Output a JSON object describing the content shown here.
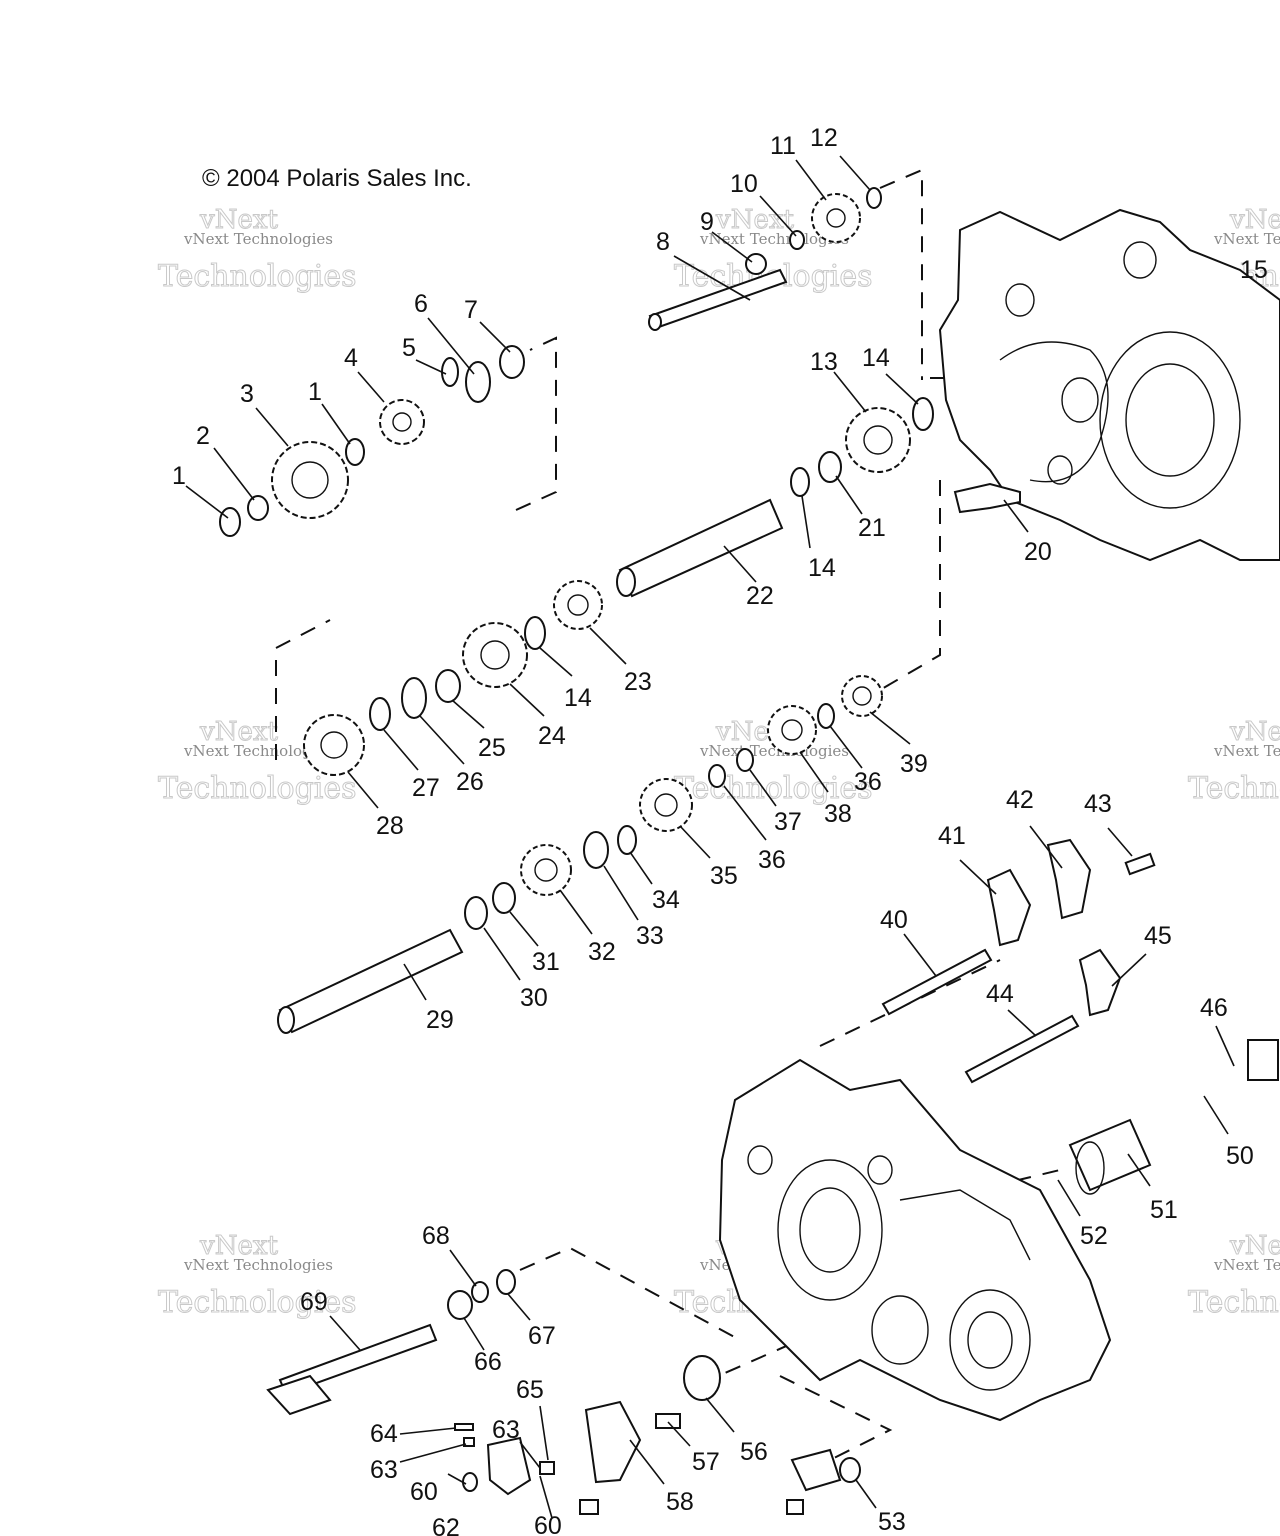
{
  "copyright": "© 2004 Polaris Sales Inc.",
  "watermark": {
    "line1": "vNext",
    "line2": "vNext Technologies",
    "line3": "Technologies"
  },
  "callouts": [
    "1",
    "2",
    "3",
    "1",
    "4",
    "5",
    "6",
    "7",
    "8",
    "9",
    "10",
    "11",
    "12",
    "13",
    "14",
    "14",
    "14",
    "15",
    "20",
    "21",
    "22",
    "23",
    "24",
    "25",
    "26",
    "27",
    "28",
    "29",
    "30",
    "31",
    "32",
    "33",
    "34",
    "35",
    "36",
    "36",
    "37",
    "38",
    "39",
    "40",
    "41",
    "42",
    "43",
    "44",
    "45",
    "46",
    "50",
    "51",
    "52",
    "53",
    "56",
    "57",
    "58",
    "60",
    "60",
    "62",
    "63",
    "63",
    "64",
    "65",
    "66",
    "67",
    "68",
    "69"
  ]
}
